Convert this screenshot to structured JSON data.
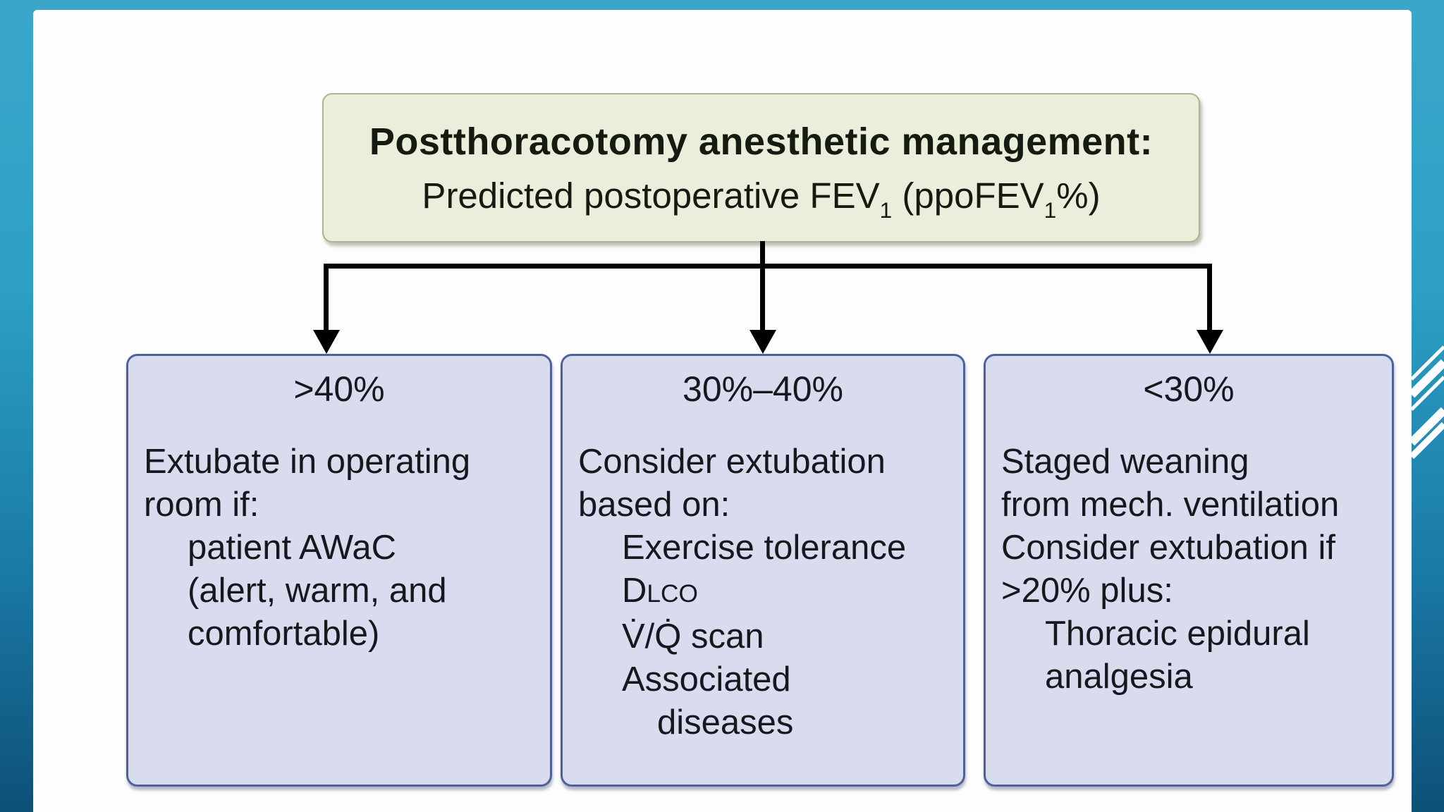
{
  "flowchart": {
    "header": {
      "title_bold": "Postthoracotomy anesthetic management:",
      "subtitle": {
        "pre": "Predicted postoperative FEV",
        "sub1": "1",
        "mid": " (ppoFEV",
        "sub2": "1",
        "post": "%)"
      }
    },
    "branches": [
      {
        "label": ">40%",
        "lines": [
          {
            "text": "Extubate in operating",
            "indent": 0
          },
          {
            "text": "room if:",
            "indent": 0
          },
          {
            "text": "patient AWaC",
            "indent": 1
          },
          {
            "text": "(alert, warm, and",
            "indent": 1
          },
          {
            "text": "comfortable)",
            "indent": 1
          }
        ]
      },
      {
        "label": "30%–40%",
        "lines": [
          {
            "text": "Consider extubation",
            "indent": 0
          },
          {
            "text": "based on:",
            "indent": 0
          },
          {
            "text": "Exercise tolerance",
            "indent": 1
          },
          {
            "type": "dlco",
            "main": "D",
            "small": "LCO",
            "indent": 1
          },
          {
            "text": "V̇/Q̇ scan",
            "indent": 1
          },
          {
            "text": "Associated",
            "indent": 1
          },
          {
            "text": "diseases",
            "indent": 2
          }
        ]
      },
      {
        "label": "<30%",
        "lines": [
          {
            "text": "Staged weaning",
            "indent": 0
          },
          {
            "text": "from mech. ventilation",
            "indent": 0
          },
          {
            "text": "Consider extubation if",
            "indent": 0
          },
          {
            "text": ">20% plus:",
            "indent": 0
          },
          {
            "text": "Thoracic epidural",
            "indent": 1
          },
          {
            "text": "analgesia",
            "indent": 1
          }
        ]
      }
    ],
    "colors": {
      "header_fill": "#eaeeda",
      "header_border": "#aab690",
      "branch_fill": "#d9dcee",
      "branch_border": "#4f619a",
      "connector": "#000000",
      "slide_frame_top": "#3aa7ca",
      "slide_frame_bottom": "#0d5078",
      "panel": "#fdfdfd"
    }
  }
}
